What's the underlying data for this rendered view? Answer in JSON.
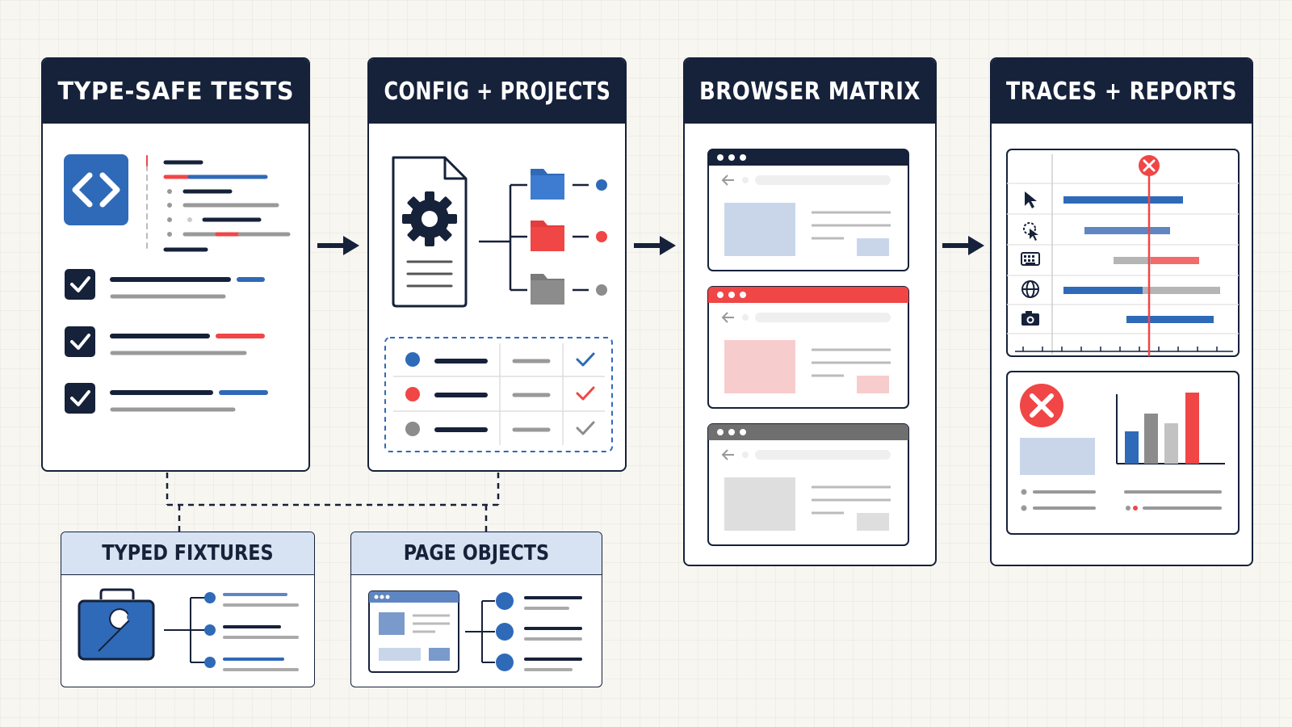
{
  "panels": {
    "type_safe_tests": {
      "title": "TYPE-SAFE TESTS"
    },
    "config_projects": {
      "title": "CONFIG + PROJECTS"
    },
    "browser_matrix": {
      "title": "BROWSER MATRIX"
    },
    "traces_reports": {
      "title": "TRACES + REPORTS"
    }
  },
  "sub_panels": {
    "typed_fixtures": {
      "title": "TYPED FIXTURES"
    },
    "page_objects": {
      "title": "PAGE OBJECTS"
    }
  },
  "colors": {
    "navy": "#16213a",
    "blue": "#2f6ab8",
    "red": "#f04646",
    "gray": "#8c8c8c",
    "light_blue": "#c9d6ea",
    "light_red": "#f7cccc",
    "light_gray": "#dedede",
    "header_blue": "#d7e2f2"
  },
  "icons": [
    "code-brackets-icon",
    "checkbox-checked-icon",
    "settings-document-icon",
    "folder-icon",
    "cursor-arrow-icon",
    "click-icon",
    "keyboard-icon",
    "globe-icon",
    "camera-icon",
    "error-x-icon",
    "toolbox-wrench-icon",
    "browser-window-icon",
    "back-arrow-icon",
    "checkmark-icon"
  ]
}
